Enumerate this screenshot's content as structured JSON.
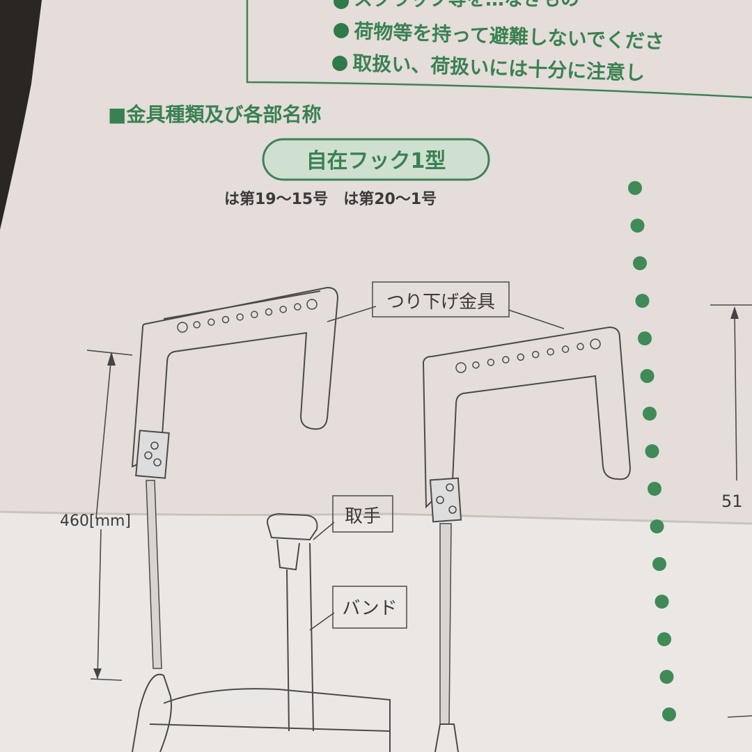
{
  "notice_box": {
    "bullets": [
      "スクラップ等を…なきもの",
      "荷物等を持って避難しないでくださ",
      "取扱い、荷扱いには十分に注意し"
    ]
  },
  "section": {
    "heading": "■金具種類及び各部名称",
    "type_label": "自在フック1型",
    "applicability": "は第19〜15号　は第20〜1号"
  },
  "diagram": {
    "labels": {
      "hanger": "つり下げ金具",
      "handle": "取手",
      "band": "バンド",
      "height_left": "460[mm]",
      "height_right": "51"
    }
  },
  "colors": {
    "print_green": "#2f7a48",
    "paper": "#e7e1dd"
  }
}
